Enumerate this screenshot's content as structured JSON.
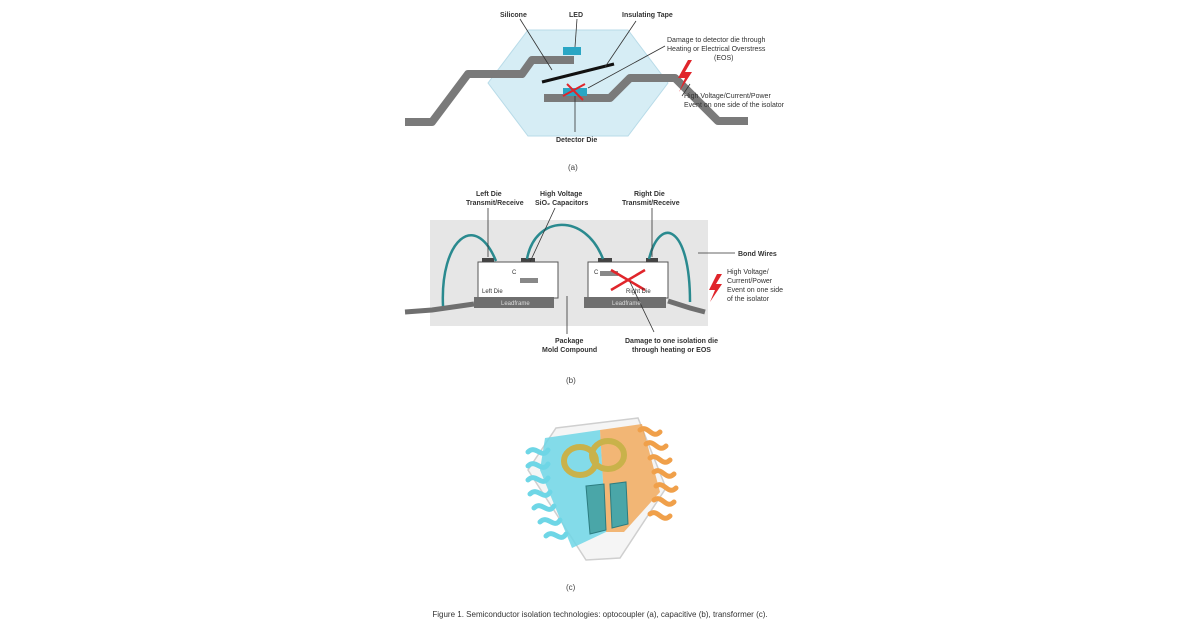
{
  "panel_a": {
    "labels": {
      "silicone": "Silicone",
      "led": "LED",
      "insulating_tape": "Insulating Tape",
      "damage_1": "Damage to detector die through",
      "damage_2": "Heating or Electrical Overstress",
      "damage_3": "(EOS)",
      "event_1": "High Voltage/Current/Power",
      "event_2": "Event on one side of the isolator",
      "detector_die": "Detector Die"
    },
    "tag": "(a)"
  },
  "panel_b": {
    "labels": {
      "left_die_1": "Left Die",
      "left_die_2": "Transmit/Receive",
      "hv_1": "High Voltage",
      "hv_2": "SiO₂ Capacitors",
      "right_die_1": "Right Die",
      "right_die_2": "Transmit/Receive",
      "bond_wires": "Bond Wires",
      "event_1": "High Voltage/",
      "event_2": "Current/Power",
      "event_3": "Event on one side",
      "event_4": "of the isolator",
      "left_die_inbox": "Left Die",
      "right_die_inbox": "Right Die",
      "cap_left": "C",
      "cap_right": "C",
      "leadframe_left": "Leadframe",
      "leadframe_right": "Leadframe",
      "pkg_1": "Package",
      "pkg_2": "Mold Compound",
      "dmg_1": "Damage to one isolation die",
      "dmg_2": "through heating or EOS"
    },
    "tag": "(b)"
  },
  "panel_c": {
    "tag": "(c)"
  },
  "caption": "Figure 1. Semiconductor isolation technologies: optocoupler (a), capacitive (b), transformer (c).",
  "colors": {
    "package_fill": "#d6edf5",
    "lead_gray": "#7a7a7a",
    "bond_wire": "#2a8a8f",
    "damage_red": "#e0252b",
    "led_blue": "#2aa6c4",
    "transformer_cyan": "#6ed6e6",
    "transformer_orange": "#f0a04a",
    "transformer_coil": "#c9b24a"
  }
}
